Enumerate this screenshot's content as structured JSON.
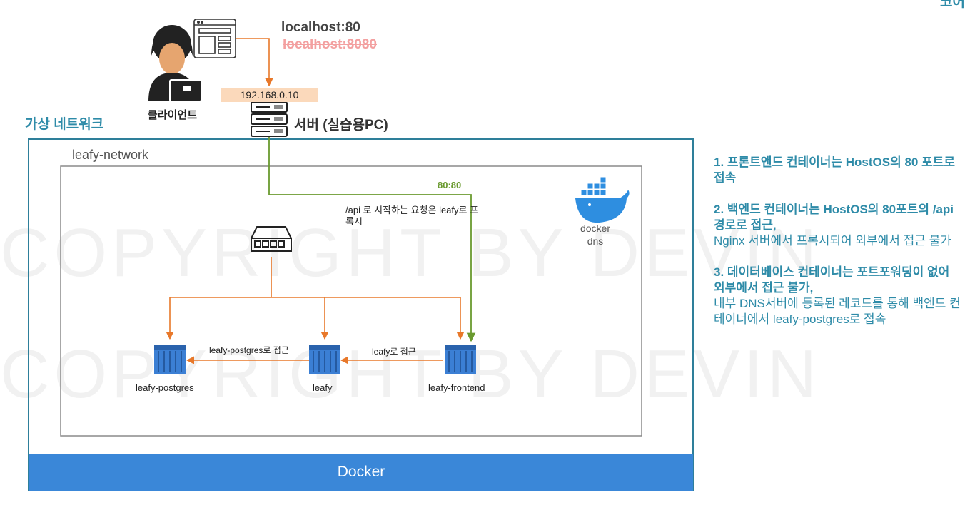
{
  "watermark": "COPYRIGHT BY DEVIN",
  "corner_text": "코어",
  "client": {
    "label": "클라이언트"
  },
  "urls": {
    "primary": "localhost:80",
    "struck": "localhost:8080"
  },
  "server": {
    "ip": "192.168.0.10",
    "label": "서버 (실습용PC)"
  },
  "virtual_network_label": "가상 네트워크",
  "network_label": "leafy-network",
  "port_mapping": "80:80",
  "api_note": "/api 로 시작하는 요청은 leafy로 프록시",
  "dns": {
    "line1": "docker",
    "line2": "dns"
  },
  "containers": {
    "postgres": "leafy-postgres",
    "backend": "leafy",
    "frontend": "leafy-frontend"
  },
  "arrows": {
    "to_postgres": "leafy-postgres로 접근",
    "to_backend": "leafy로 접근"
  },
  "docker_bar": "Docker",
  "notes": [
    {
      "bold": "1. 프론트앤드 컨테이너는 HostOS의 80 포트로 접속",
      "plain": ""
    },
    {
      "bold": "2. 백엔드 컨테이너는 HostOS의 80포트의 /api 경로로 접근,",
      "plain": "Nginx 서버에서 프록시되어 외부에서 접근 불가"
    },
    {
      "bold": "3. 데이터베이스 컨테이너는 포트포워딩이 없어 외부에서 접근 불가,",
      "plain": "내부 DNS서버에 등록된 레코드를 통해 백엔드 컨테이너에서 leafy-postgres로 접속"
    }
  ],
  "colors": {
    "accent": "#2e8ba8",
    "orange": "#e8782a",
    "green": "#6a9a2f",
    "docker_blue": "#3a87d8"
  }
}
